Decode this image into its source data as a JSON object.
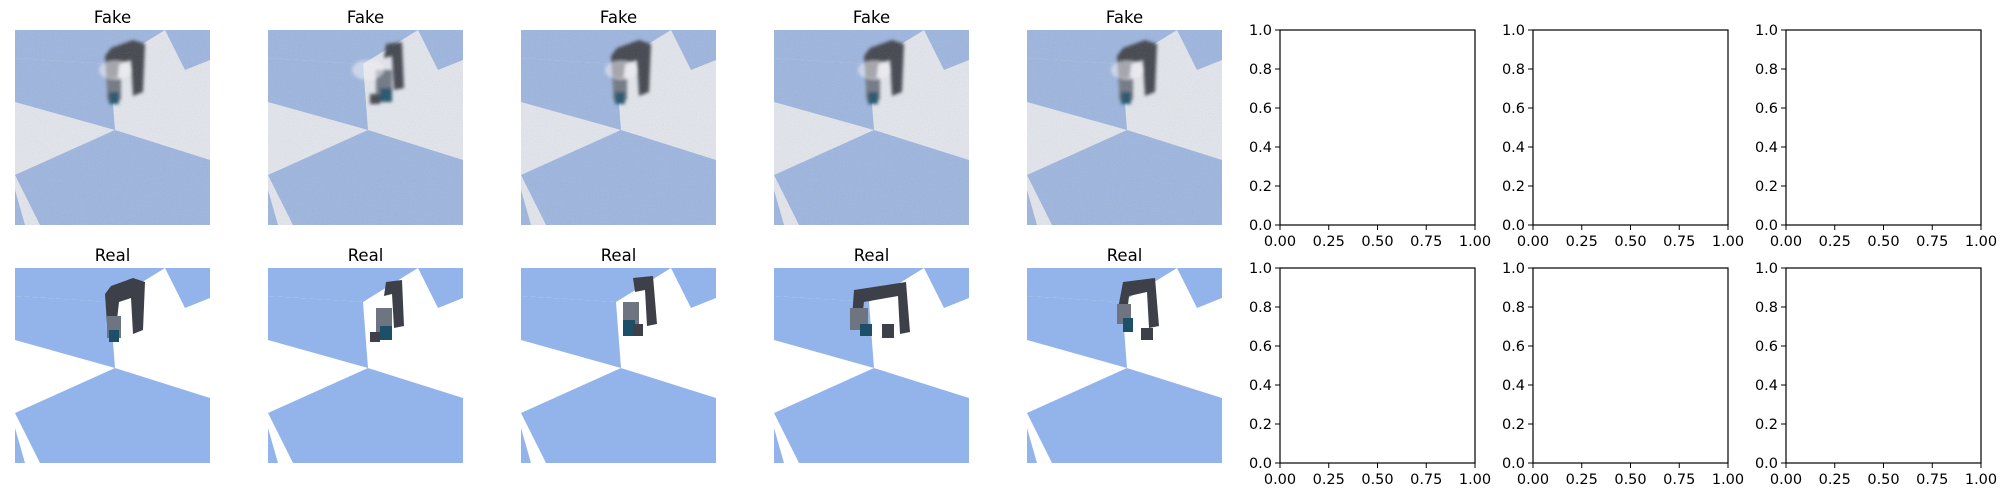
{
  "panel_titles": {
    "fake": "Fake",
    "real": "Real"
  },
  "image_panels": [
    {
      "title": "Fake",
      "row": 0,
      "col": 0,
      "variant": "fake",
      "robot": "a"
    },
    {
      "title": "Fake",
      "row": 0,
      "col": 1,
      "variant": "fake",
      "robot": "b"
    },
    {
      "title": "Fake",
      "row": 0,
      "col": 2,
      "variant": "fake",
      "robot": "a"
    },
    {
      "title": "Fake",
      "row": 0,
      "col": 3,
      "variant": "fake",
      "robot": "a"
    },
    {
      "title": "Fake",
      "row": 0,
      "col": 4,
      "variant": "fake",
      "robot": "a"
    },
    {
      "title": "Real",
      "row": 1,
      "col": 0,
      "variant": "real",
      "robot": "a"
    },
    {
      "title": "Real",
      "row": 1,
      "col": 1,
      "variant": "real",
      "robot": "b"
    },
    {
      "title": "Real",
      "row": 1,
      "col": 2,
      "variant": "real",
      "robot": "c"
    },
    {
      "title": "Real",
      "row": 1,
      "col": 3,
      "variant": "real",
      "robot": "d"
    },
    {
      "title": "Real",
      "row": 1,
      "col": 4,
      "variant": "real",
      "robot": "e"
    }
  ],
  "chart_data": [
    {
      "type": "scatter",
      "row": 0,
      "col": 5,
      "xlim": [
        0,
        1
      ],
      "ylim": [
        0,
        1
      ],
      "xticks": [
        "0.00",
        "0.25",
        "0.50",
        "0.75",
        "1.00"
      ],
      "yticks": [
        "0.0",
        "0.2",
        "0.4",
        "0.6",
        "0.8",
        "1.0"
      ],
      "series": []
    },
    {
      "type": "scatter",
      "row": 0,
      "col": 6,
      "xlim": [
        0,
        1
      ],
      "ylim": [
        0,
        1
      ],
      "xticks": [
        "0.00",
        "0.25",
        "0.50",
        "0.75",
        "1.00"
      ],
      "yticks": [
        "0.0",
        "0.2",
        "0.4",
        "0.6",
        "0.8",
        "1.0"
      ],
      "series": []
    },
    {
      "type": "scatter",
      "row": 0,
      "col": 7,
      "xlim": [
        0,
        1
      ],
      "ylim": [
        0,
        1
      ],
      "xticks": [
        "0.00",
        "0.25",
        "0.50",
        "0.75",
        "1.00"
      ],
      "yticks": [
        "0.0",
        "0.2",
        "0.4",
        "0.6",
        "0.8",
        "1.0"
      ],
      "series": []
    },
    {
      "type": "scatter",
      "row": 1,
      "col": 5,
      "xlim": [
        0,
        1
      ],
      "ylim": [
        0,
        1
      ],
      "xticks": [
        "0.00",
        "0.25",
        "0.50",
        "0.75",
        "1.00"
      ],
      "yticks": [
        "0.0",
        "0.2",
        "0.4",
        "0.6",
        "0.8",
        "1.0"
      ],
      "series": []
    },
    {
      "type": "scatter",
      "row": 1,
      "col": 6,
      "xlim": [
        0,
        1
      ],
      "ylim": [
        0,
        1
      ],
      "xticks": [
        "0.00",
        "0.25",
        "0.50",
        "0.75",
        "1.00"
      ],
      "yticks": [
        "0.0",
        "0.2",
        "0.4",
        "0.6",
        "0.8",
        "1.0"
      ],
      "series": []
    },
    {
      "type": "scatter",
      "row": 1,
      "col": 7,
      "xlim": [
        0,
        1
      ],
      "ylim": [
        0,
        1
      ],
      "xticks": [
        "0.00",
        "0.25",
        "0.50",
        "0.75",
        "1.00"
      ],
      "yticks": [
        "0.0",
        "0.2",
        "0.4",
        "0.6",
        "0.8",
        "1.0"
      ],
      "series": []
    }
  ],
  "colors": {
    "tile_blue": "#93b4ea",
    "tile_white": "#ffffff",
    "fake_tile_blue": "#9cb5e0",
    "fake_tile_white": "#e4e7ee",
    "robot_dark": "#3d4048",
    "robot_light": "#6e7480",
    "robot_joint": "#1d4f68",
    "axes": "#000000"
  }
}
